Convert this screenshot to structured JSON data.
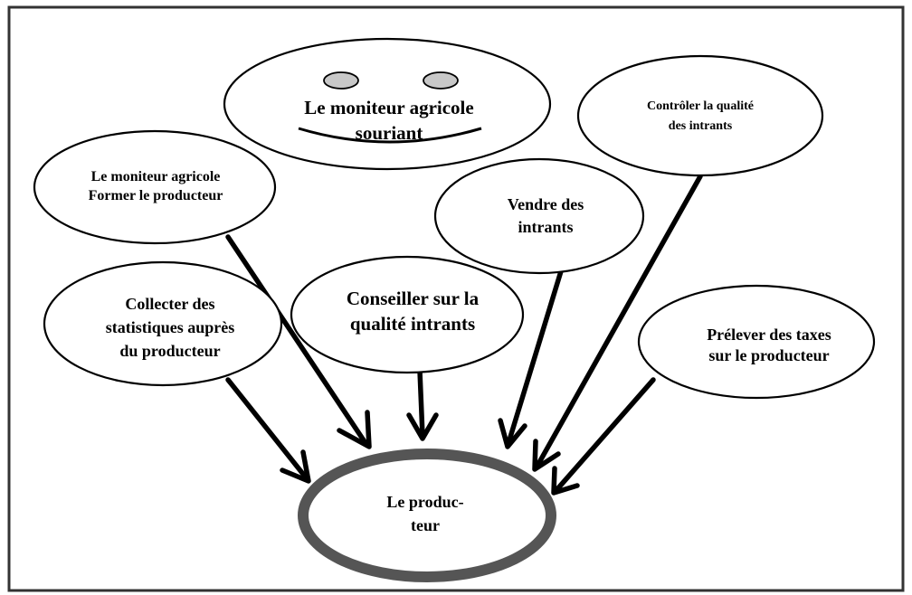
{
  "diagram": {
    "center": {
      "lines": [
        "Le produc-",
        "teur"
      ]
    },
    "smiley": {
      "lines": [
        "Le moniteur agricole",
        "souriant"
      ]
    },
    "nodes": [
      {
        "id": "former",
        "lines": [
          "Le moniteur agricole",
          "Former le producteur"
        ]
      },
      {
        "id": "collecter",
        "lines": [
          "Collecter des",
          "statistiques auprès",
          "du producteur"
        ]
      },
      {
        "id": "conseiller",
        "lines": [
          "Conseiller sur la",
          "qualité intrants"
        ]
      },
      {
        "id": "vendre",
        "lines": [
          "Vendre des",
          "intrants"
        ]
      },
      {
        "id": "controler",
        "lines": [
          "Contrôler la qualité",
          "des intrants"
        ]
      },
      {
        "id": "prelever",
        "lines": [
          "Prélever des taxes",
          "sur le producteur"
        ]
      }
    ]
  }
}
